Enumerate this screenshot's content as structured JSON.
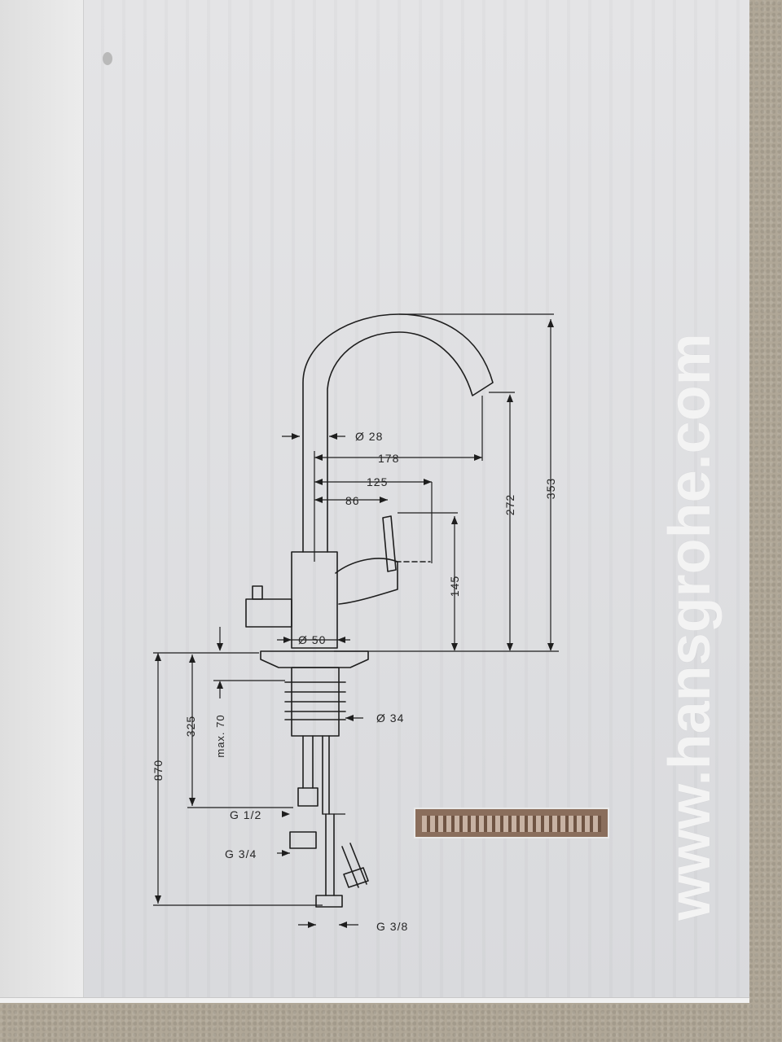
{
  "brand": {
    "text": "www.hansgrohe.com"
  },
  "dimensions": {
    "d28": "Ø 28",
    "d178": "178",
    "d125": "125",
    "d86": "86",
    "d272": "272",
    "d353": "353",
    "d145": "145",
    "d50": "Ø 50",
    "d34": "Ø 34",
    "d325": "325",
    "dmax70": "max. 70",
    "d870": "870",
    "g12": "G 1/2",
    "g34": "G 3/4",
    "g38": "G 3/8"
  }
}
